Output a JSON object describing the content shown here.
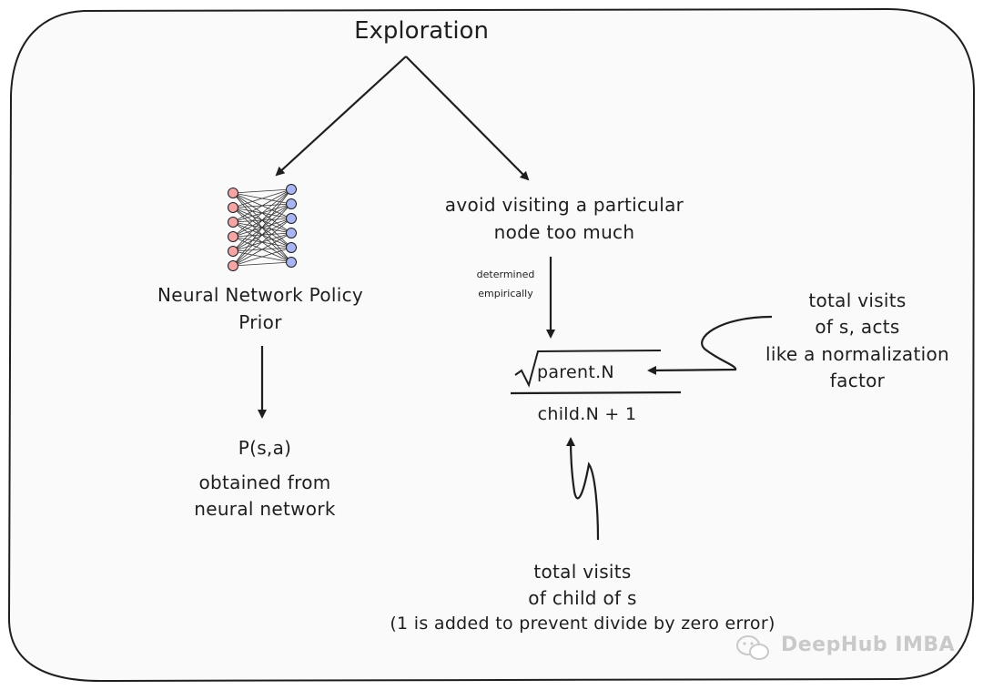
{
  "diagram": {
    "title": "Exploration",
    "policy_prior": {
      "label_line1": "Neural Network Policy",
      "label_line2": "Prior"
    },
    "prior_value": {
      "symbol": "P(s,a)",
      "desc_line1": "obtained from",
      "desc_line2": "neural network"
    },
    "avoid_node": {
      "line1": "avoid visiting a particular",
      "line2": "node too much"
    },
    "empirical_note": {
      "line1": "determined",
      "line2": "empirically"
    },
    "formula": {
      "numerator": "parent.N",
      "denominator": "child.N + 1"
    },
    "parent_note": {
      "line1": "total visits",
      "line2": "of s, acts",
      "line3": "like a normalization",
      "line4": "factor"
    },
    "child_note": {
      "line1": "total visits",
      "line2": "of child of s",
      "line3": "(1 is added to prevent divide by zero error)"
    },
    "network_icon": "neural-network-icon",
    "colors": {
      "input_nodes": "#f4a6a6",
      "output_nodes": "#a9b4f2",
      "stroke": "#1e1e1e",
      "frame_fill": "#fafafa"
    }
  },
  "watermark": {
    "text": "DeepHub IMBA",
    "icon": "wechat-icon"
  }
}
